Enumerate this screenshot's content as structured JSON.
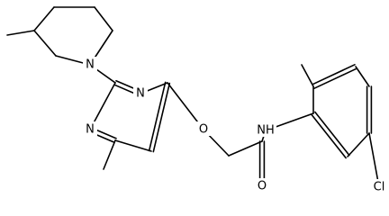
{
  "molecule": {
    "atom_labels": {
      "piperidine_n": "N",
      "pyrimidine_n1": "N",
      "pyrimidine_n3": "N",
      "ether_o": "O",
      "amide_nh": "NH",
      "carbonyl_o": "O",
      "chlorine": "Cl"
    },
    "colors": {
      "bond": "#000000",
      "label": "#000000",
      "background": "#ffffff"
    }
  }
}
